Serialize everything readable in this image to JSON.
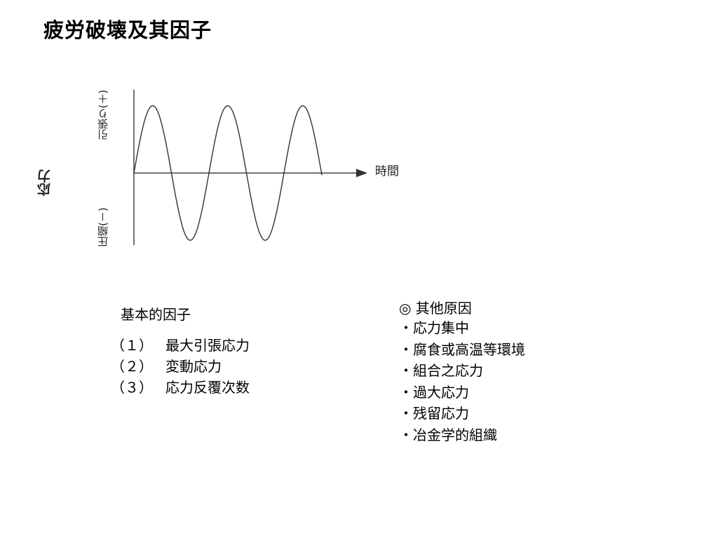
{
  "title": "疲労破壊及其因子",
  "diagram": {
    "y_axis_label": "応力",
    "tension_label": "引張り(＋)",
    "compression_label": "圧縮(－)",
    "x_axis_label": "時間"
  },
  "basic_factors": {
    "title": "基本的因子",
    "items": [
      {
        "num": "（１）",
        "text": "最大引張応力"
      },
      {
        "num": "（２）",
        "text": "変動応力"
      },
      {
        "num": "（３）",
        "text": "応力反覆次数"
      }
    ]
  },
  "other_causes": {
    "title": "◎ 其他原因",
    "items": [
      "・応力集中",
      "・腐食或高温等環境",
      "・組合之応力",
      "・過大応力",
      "・残留応力",
      "・冶金学的組織"
    ]
  }
}
